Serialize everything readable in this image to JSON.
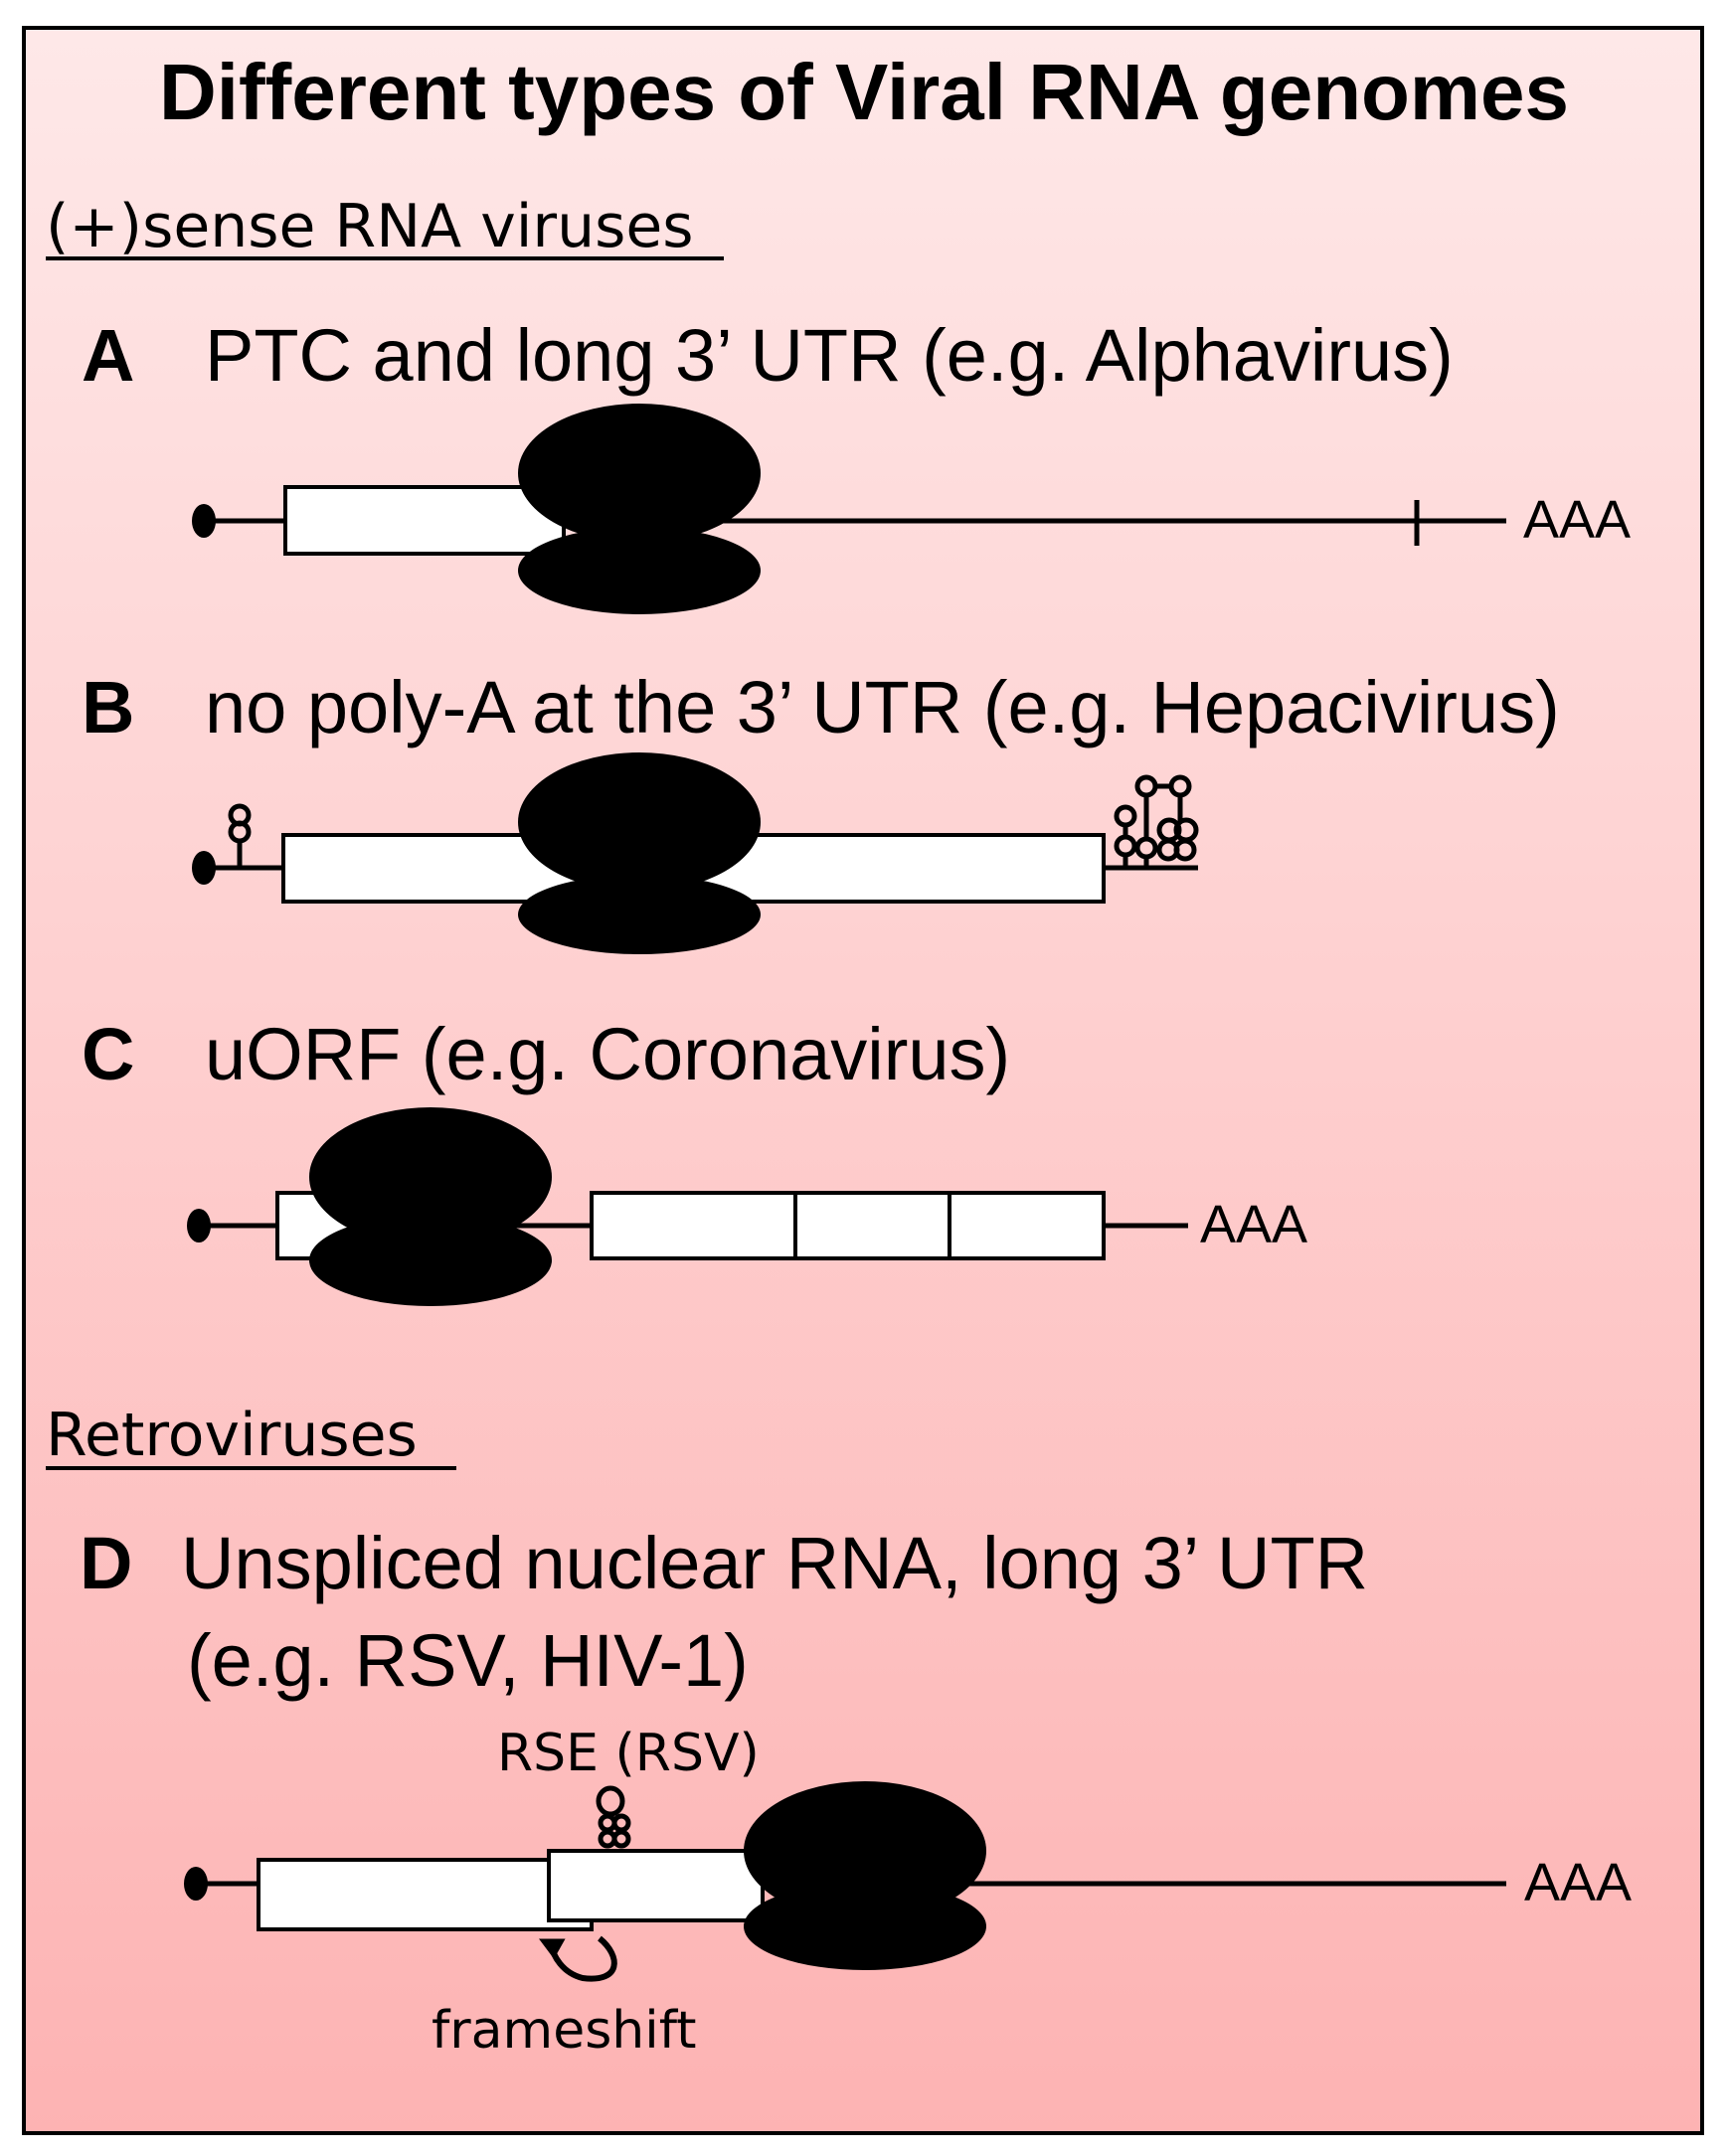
{
  "title": "Different types of Viral RNA genomes",
  "sections": {
    "positive_sense": "(+)sense RNA viruses",
    "retroviruses": "Retroviruses"
  },
  "panels": {
    "A": {
      "letter": "A",
      "label": "PTC and long 3’ UTR (e.g. Alphavirus)",
      "tail": "AAA"
    },
    "B": {
      "letter": "B",
      "label": "no poly-A at the 3’ UTR (e.g. Hepacivirus)"
    },
    "C": {
      "letter": "C",
      "label": "uORF (e.g. Coronavirus)",
      "tail": "AAA"
    },
    "D": {
      "letter": "D",
      "label_line1": "Unspliced nuclear RNA, long 3’ UTR",
      "label_line2": "(e.g. RSV, HIV-1)",
      "rse_label": "RSE (RSV)",
      "frameshift_label": "frameshift",
      "tail": "AAA"
    }
  },
  "colors": {
    "background_top": "#fee8e8",
    "background_bottom": "#fdb3b3",
    "ribosome": "#000000",
    "orf_box": "#ffffff"
  }
}
